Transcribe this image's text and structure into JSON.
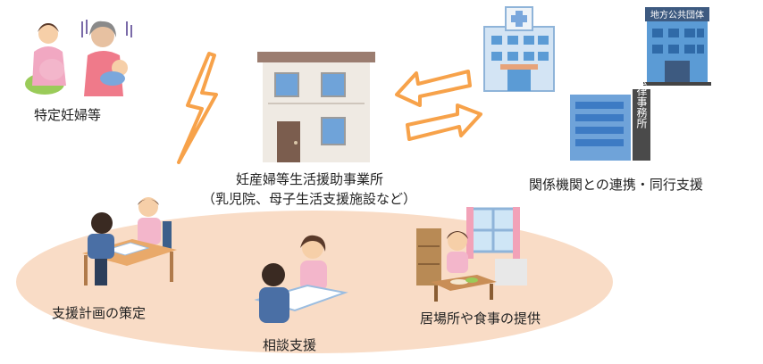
{
  "labels": {
    "target": "特定妊婦等",
    "facility_line1": "妊産婦等生活援助事業所",
    "facility_line2": "（乳児院、母子生活支援施設など）",
    "relation": "関係機関との連携・同行支援",
    "plan": "支援計画の策定",
    "consult": "相談支援",
    "housing": "居場所や食事の提供"
  },
  "building_signs": {
    "local_gov": "地方公共団体",
    "law_office": "法律事務所"
  },
  "colors": {
    "ellipse": "#f9dcc6",
    "lightning": "#f7a24a",
    "arrow": "#f7a24a",
    "building_blue": "#5b9bd5",
    "house_wall": "#efeae3"
  }
}
